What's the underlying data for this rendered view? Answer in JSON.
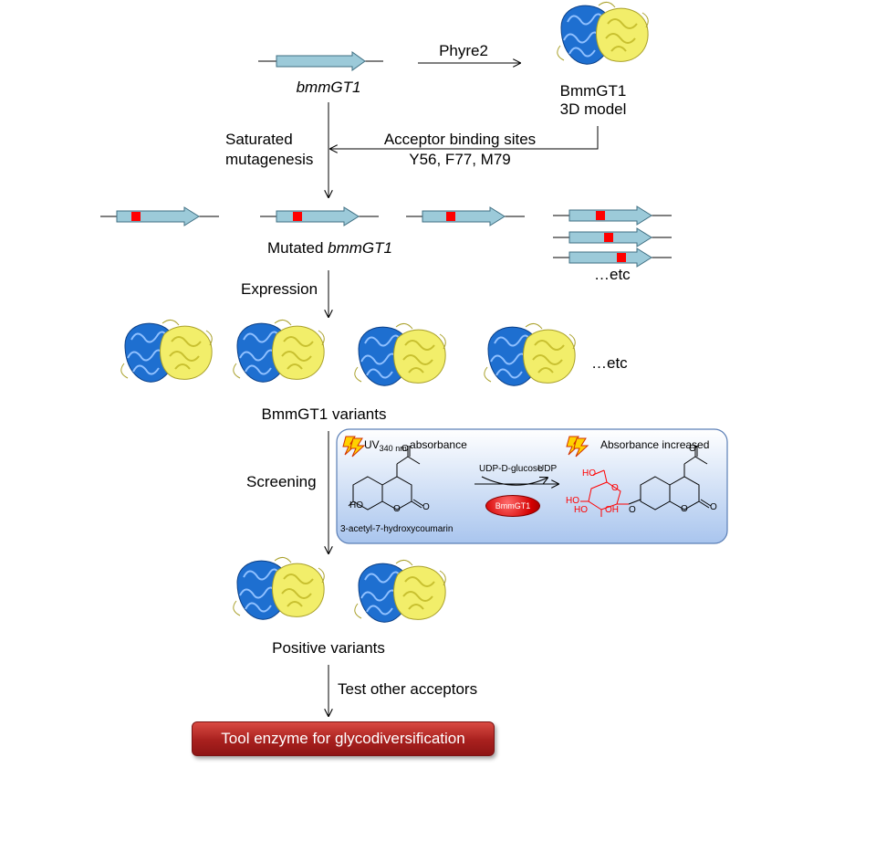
{
  "labels": {
    "gene": "bmmGT1",
    "phyre": "Phyre2",
    "model_line1": "BmmGT1",
    "model_line2": "3D model",
    "saturated_line1": "Saturated",
    "saturated_line2": "mutagenesis",
    "acceptor_sites_line1": "Acceptor binding sites",
    "acceptor_sites_line2": "Y56, F77, M79",
    "mutated_prefix": "Mutated ",
    "mutated_gene": "bmmGT1",
    "etc": "…etc",
    "expression": "Expression",
    "variants": "BmmGT1 variants",
    "screening": "Screening",
    "positive": "Positive variants",
    "test_acceptors": "Test other acceptors"
  },
  "screening_box": {
    "uv_prefix": "UV",
    "uv_sub": "340 nm",
    "uv_suffix": " absorbance",
    "absorbance_increased": "Absorbance increased",
    "donor": "UDP-D-glucose",
    "product": "UDP",
    "enzyme": "BmmGT1",
    "substrate_name": "3-acetyl-7-hydroxycoumarin",
    "atom_ho": "HO",
    "atom_o": "O",
    "atom_oh": "OH"
  },
  "final_button": "Tool enzyme for glycodiversification",
  "colors": {
    "gene_fill": "#9ccad9",
    "gene_stroke": "#3f6f82",
    "mutation": "#ff0000",
    "protein_blue": "#1e6fd0",
    "protein_yellow": "#f2ee6a",
    "box_top": "#ffffff",
    "box_bottom": "#a9c5ee",
    "button": "#b52a25",
    "sugar": "#ff0000"
  }
}
